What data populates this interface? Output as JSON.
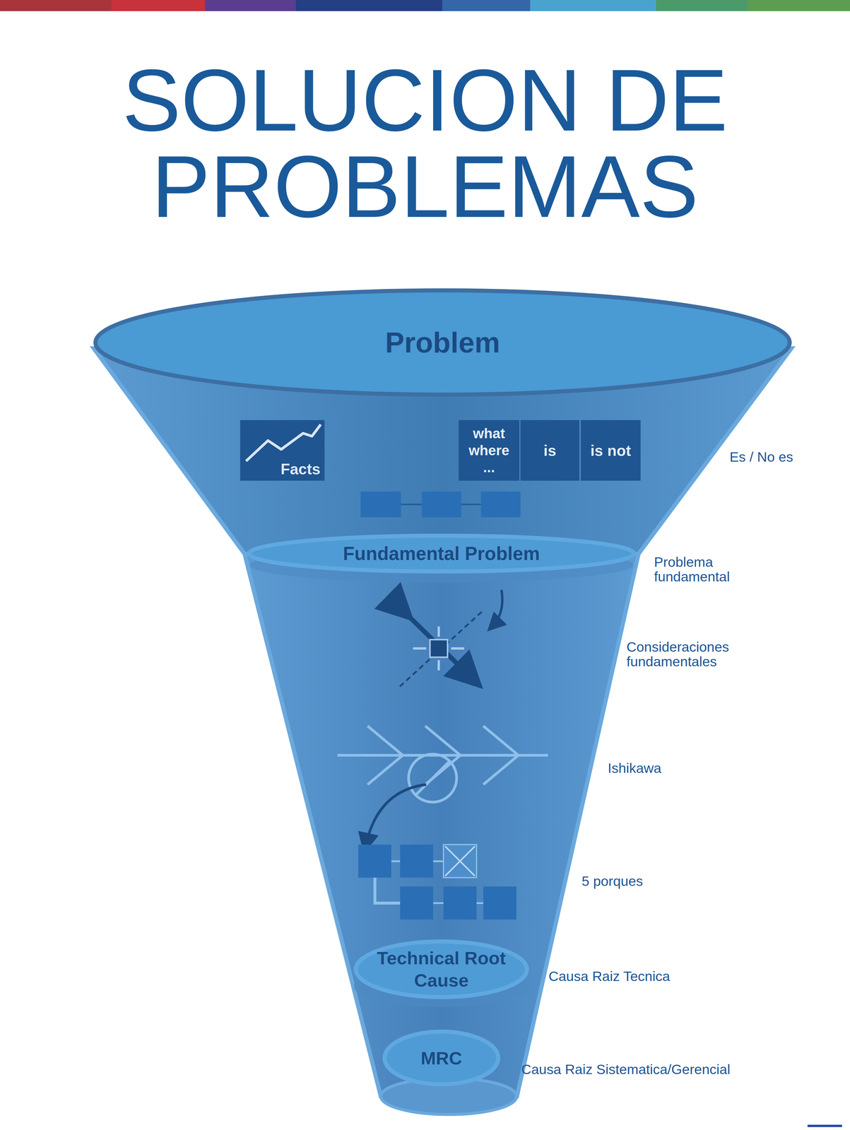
{
  "diagram": {
    "title": "SOLUCION DE PROBLEMAS",
    "nodes": [
      {
        "text": [
          "Problem"
        ]
      },
      {
        "text": [
          "Facts"
        ]
      },
      {
        "text": [
          "what where ..."
        ]
      },
      {
        "text": [
          "is"
        ]
      },
      {
        "text": [
          "is not"
        ]
      },
      {
        "text": [
          "Fundamental Problem"
        ]
      },
      {
        "text": [
          "Technical Root Cause"
        ]
      },
      {
        "text": [
          "MRC"
        ]
      }
    ],
    "labels": [
      "Es / No es",
      "Problema fundamental",
      "Consideraciones fundamentales",
      "Ishikawa",
      "5 porques",
      "Causa Raiz Tecnica",
      "Causa Raiz Sistematica/Gerencial"
    ]
  }
}
